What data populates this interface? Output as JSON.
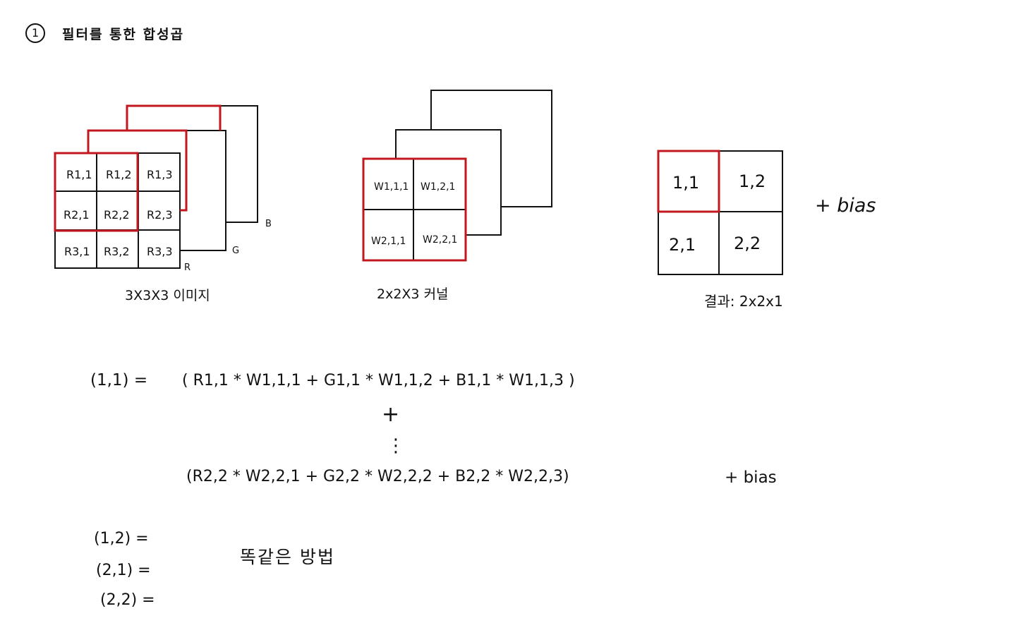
{
  "header": {
    "number": "1",
    "title": "필터를 통한 합성곱"
  },
  "image": {
    "caption": "3X3X3 이미지",
    "cells": [
      [
        "R1,1",
        "R1,2",
        "R1,3"
      ],
      [
        "R2,1",
        "R2,2",
        "R2,3"
      ],
      [
        "R3,1",
        "R3,2",
        "R3,3"
      ]
    ],
    "channels": [
      "R",
      "G",
      "B"
    ]
  },
  "kernel": {
    "caption": "2x2X3 커널",
    "cells": [
      [
        "W1,1,1",
        "W1,2,1"
      ],
      [
        "W2,1,1",
        "W2,2,1"
      ]
    ]
  },
  "result": {
    "caption": "결과: 2x2x1",
    "cells": [
      [
        "1,1",
        "1,2"
      ],
      [
        "2,1",
        "2,2"
      ]
    ],
    "bias_label": "+ bias"
  },
  "formula": {
    "lhs": "(1,1)  =",
    "line1": "( R1,1 * W1,1,1  +  G1,1 * W1,1,2   +  B1,1 * W1,1,3 )",
    "plus": "+",
    "dots": "⋮",
    "line2": "(R2,2 *  W2,2,1  +  G2,2  *  W2,2,2   +   B2,2 * W2,2,3)",
    "line2_bias": "+ bias"
  },
  "others": {
    "rows": [
      "(1,2)  =",
      "(2,1)  =",
      "(2,2) ="
    ],
    "note": "똑같은  방법"
  },
  "colors": {
    "highlight": "#c0181e",
    "ink": "#111111"
  }
}
